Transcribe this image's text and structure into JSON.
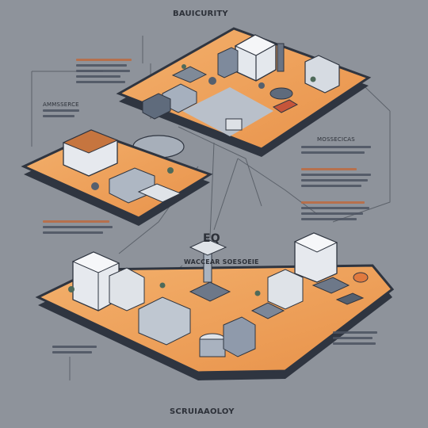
{
  "header": {
    "title": "BAUICURITY"
  },
  "footer": {
    "caption": "SCRUIAAOLOY"
  },
  "center": {
    "code": "EQ",
    "subtitle": "WACCEAR SOESOEIE"
  },
  "labels": {
    "left_tag": "AMMSSERCE",
    "right_tag": "MOSSECICAS"
  },
  "colors": {
    "background": "#8e939b",
    "platform_orange": "#f0a460",
    "platform_rim": "#2f3540",
    "building_light": "#e3e7ec",
    "building_mid": "#8b97a8",
    "accent": "#e0833a"
  }
}
